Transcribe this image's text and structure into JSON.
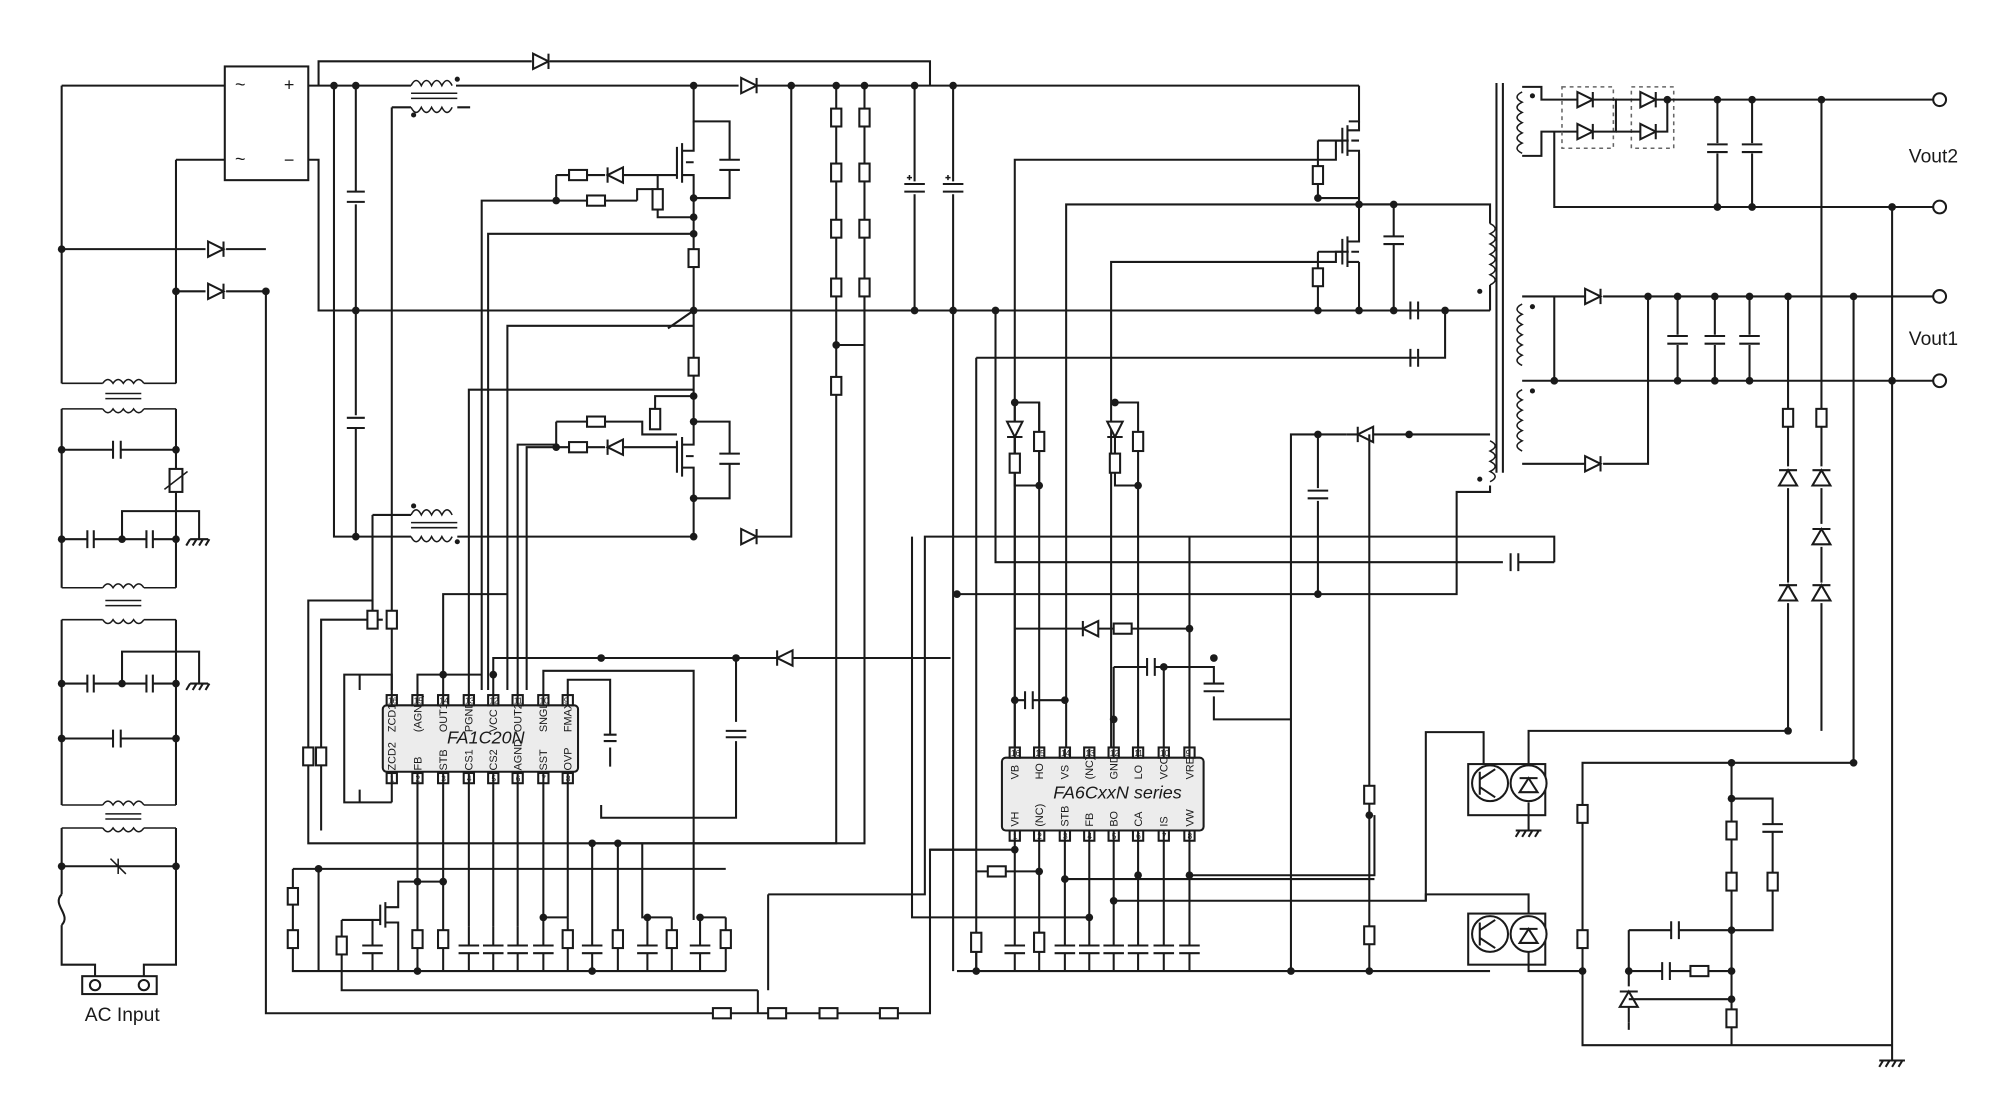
{
  "labels": {
    "ac_input": "AC Input",
    "vout1": "Vout1",
    "vout2": "Vout2"
  },
  "chips": {
    "fa1c20n": {
      "name": "FA1C20N",
      "top_pins": [
        "ZCD1",
        "(AGND)",
        "OUT1",
        "PGND",
        "VCC",
        "OUT2",
        "SNGL",
        "FMAX"
      ],
      "top_nums": [
        "16",
        "15",
        "14",
        "13",
        "12",
        "11",
        "10",
        "9"
      ],
      "bottom_pins": [
        "ZCD2",
        "FB",
        "STB",
        "CS1",
        "CS2",
        "AGND",
        "SST",
        "OVP"
      ],
      "bottom_nums": [
        "1",
        "2",
        "3",
        "4",
        "5",
        "6",
        "7",
        "8"
      ]
    },
    "fa6cxxn": {
      "name": "FA6CxxN series",
      "top_pins": [
        "VB",
        "HO",
        "VS",
        "(NC)",
        "GND",
        "LO",
        "VCC",
        "VREG"
      ],
      "top_nums": [
        "16",
        "15",
        "14",
        "13",
        "12",
        "11",
        "10",
        "9"
      ],
      "bottom_pins": [
        "VH",
        "(NC)",
        "STB",
        "FB",
        "BO",
        "CA",
        "IS",
        "VW"
      ],
      "bottom_nums": [
        "1",
        "2",
        "3",
        "4",
        "5",
        "6",
        "7",
        "8"
      ]
    }
  },
  "bridge": {
    "ac1": "~",
    "ac2": "~",
    "plus": "+",
    "minus": "−"
  },
  "colors": {
    "ink": "#1a1a1a",
    "chip_fill": "#ececec",
    "background": "#ffffff"
  }
}
